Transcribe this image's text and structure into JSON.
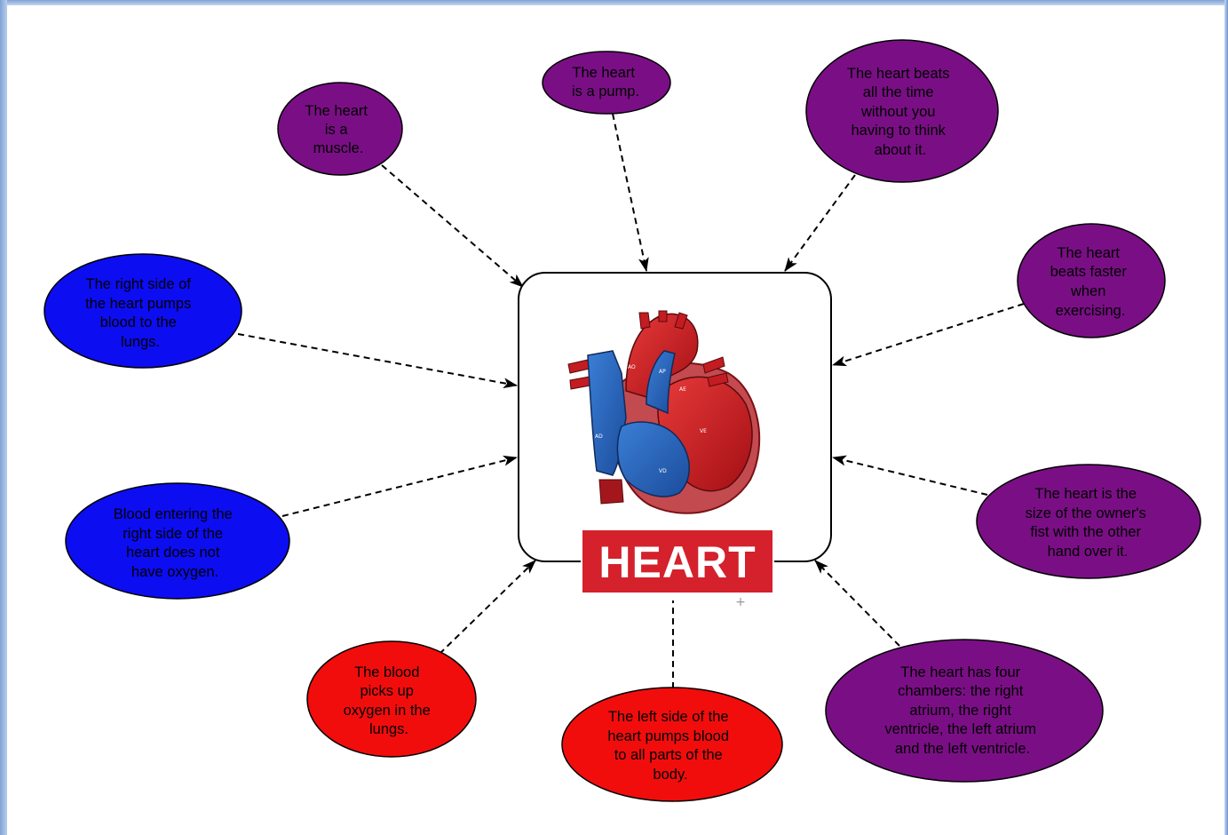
{
  "center": {
    "title": "HEART",
    "organ_labels": [
      "AO",
      "AP",
      "AE",
      "VE",
      "AD",
      "VD"
    ]
  },
  "colors": {
    "purple": "#7a0f85",
    "blue": "#0d0df2",
    "red": "#f20d0d",
    "logo_red": "#d4212c",
    "frame_blue": "#7fa2d6"
  },
  "bubbles": [
    {
      "id": "muscle",
      "color": "purple",
      "lines": [
        "The heart",
        "is a",
        "muscle."
      ]
    },
    {
      "id": "pump",
      "color": "purple",
      "lines": [
        "The heart",
        "is a pump."
      ]
    },
    {
      "id": "beats",
      "color": "purple",
      "lines": [
        "The heart beats",
        "all the time",
        "without you",
        "having to think",
        "about it."
      ]
    },
    {
      "id": "faster",
      "color": "purple",
      "lines": [
        "The heart",
        "beats faster",
        "when",
        "exercising."
      ]
    },
    {
      "id": "size",
      "color": "purple",
      "lines": [
        "The heart is the",
        "size of the owner's",
        "fist with the other",
        "hand over it."
      ]
    },
    {
      "id": "chambers",
      "color": "purple",
      "lines": [
        "The heart has four",
        "chambers: the right",
        "atrium, the right",
        "ventricle, the left atrium",
        "and the left ventricle."
      ]
    },
    {
      "id": "leftside",
      "color": "red",
      "lines": [
        "The left side of the",
        "heart pumps blood",
        "to all parts of the",
        "body."
      ]
    },
    {
      "id": "picksup",
      "color": "red",
      "lines": [
        "The blood",
        "picks up",
        "oxygen in the",
        "lungs."
      ]
    },
    {
      "id": "entering",
      "color": "blue",
      "lines": [
        "Blood entering the",
        "right side of the",
        "heart does not",
        "have oxygen."
      ]
    },
    {
      "id": "rightside",
      "color": "blue",
      "lines": [
        "The right side of",
        "the heart pumps",
        "blood to the",
        "lungs."
      ]
    }
  ]
}
